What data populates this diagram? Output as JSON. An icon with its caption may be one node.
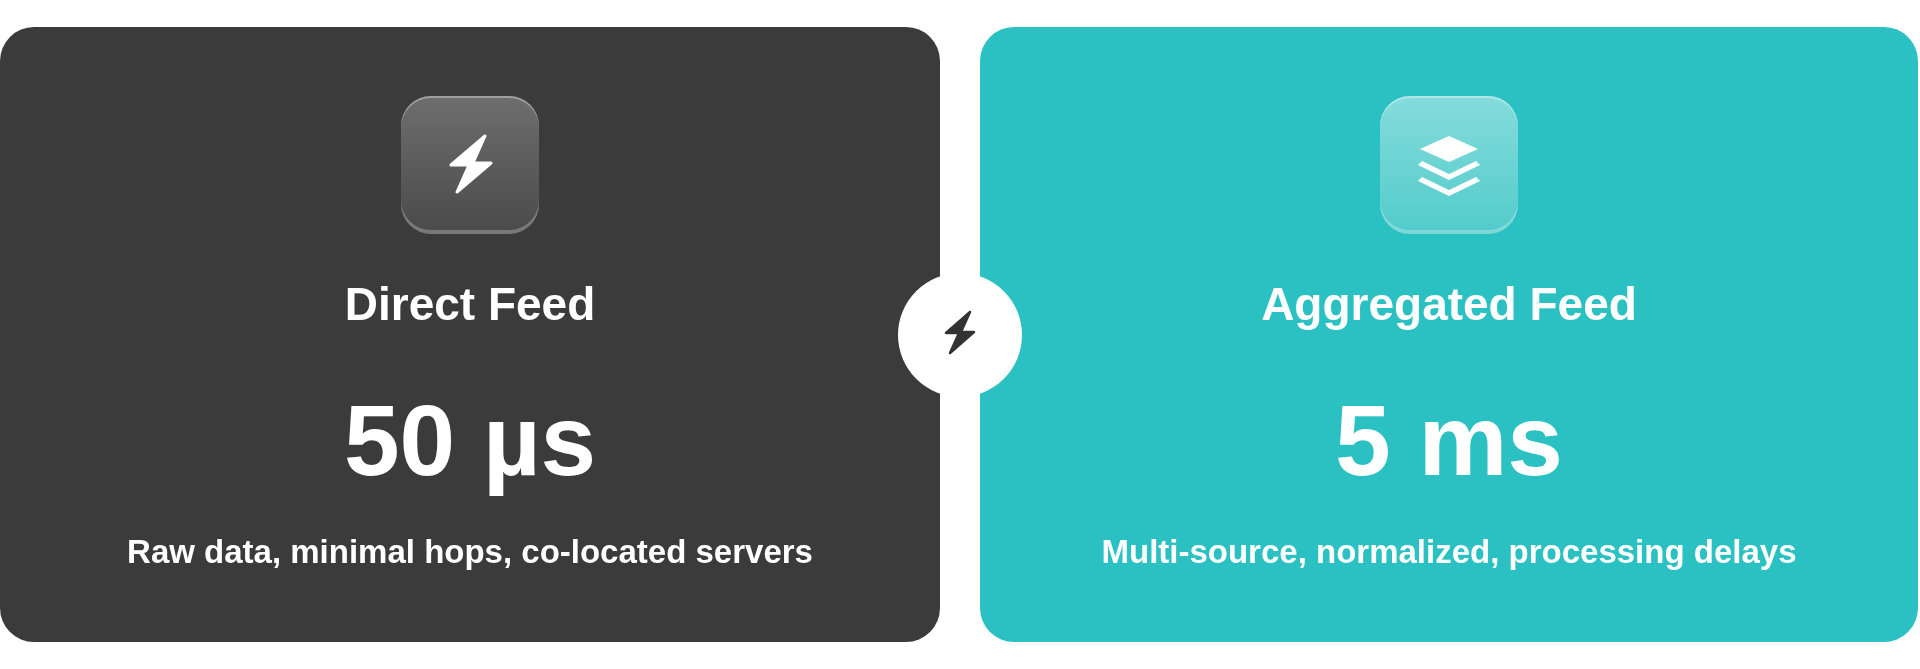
{
  "diagram": {
    "nodes": [
      {
        "text": [
          "Direct Feed",
          "50 µs",
          "Raw data, minimal hops, co-located servers"
        ]
      },
      {
        "text": [
          "Aggregated Feed",
          "5 ms",
          "Multi-source, normalized, processing delays"
        ]
      }
    ]
  }
}
